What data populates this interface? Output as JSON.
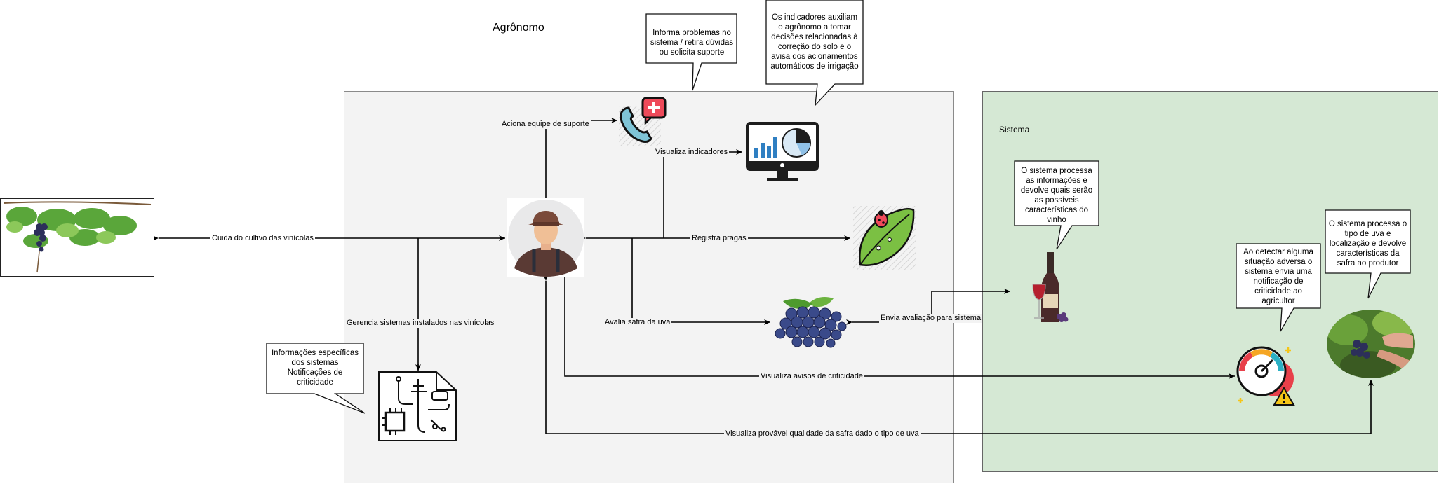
{
  "regions": {
    "agronomo": {
      "title": "Agrônomo"
    },
    "sistema": {
      "title": "Sistema"
    }
  },
  "edges": {
    "cuida_cultivo": "Cuida do cultivo das vinícolas",
    "aciona_suporte": "Aciona equipe de suporte",
    "visualiza_indicadores": "Visualiza indicadores",
    "registra_pragas": "Registra pragas",
    "gerencia_sistemas": "Gerencia sistemas instalados nas vinícolas",
    "avalia_safra": "Avalia safra da uva",
    "envia_avaliacao": "Envia avaliação para sistema",
    "visualiza_avisos": "Visualiza avisos de criticidade",
    "visualiza_qualidade": "Visualiza provável qualidade da safra dado o tipo de uva"
  },
  "callouts": {
    "suporte": [
      "Informa problemas no",
      "sistema / retira dúvidas",
      "ou solicita suporte"
    ],
    "indicadores": [
      "Os indicadores auxiliam",
      "o agrônomo  a tomar",
      "decisões relacionadas à",
      "correção do solo e o",
      "avisa dos acionamentos",
      "automáticos de irrigação"
    ],
    "sistemas_info": [
      "Informações específicas",
      "dos sistemas",
      "Notificações de",
      "criticidade"
    ],
    "vinho": [
      "O sistema processa",
      "as informações e",
      "devolve quais serão",
      "as possíveis",
      "características do",
      "vinho"
    ],
    "alerta": [
      "Ao detectar alguma",
      "situação adversa o",
      "sistema envia uma",
      "notificação de",
      "criticidade ao",
      "agricultor"
    ],
    "produtor": [
      "O sistema processa o",
      "tipo de uva e",
      "localização e devolve",
      "características da",
      "safra ao produtor"
    ]
  },
  "icons": {
    "vineyard": "vineyard-photo-icon",
    "agronomist": "agronomist-avatar-icon",
    "phone": "phone-support-icon",
    "monitor": "dashboard-monitor-icon",
    "pest": "pest-leaf-icon",
    "grapes": "grapes-icon",
    "circuit": "circuit-document-icon",
    "wine": "wine-bottle-icon",
    "gauge": "criticality-gauge-icon",
    "harvest": "harvest-photo-icon"
  },
  "colors": {
    "agronomo_fill": "#f3f3f3",
    "agronomo_stroke": "#777777",
    "sistema_fill": "#d5e8d4",
    "sistema_stroke": "#666666",
    "grape": "#3a4a8a",
    "leaf": "#6cb33f",
    "alert_red": "#e8404a",
    "alert_yellow": "#f5c518"
  }
}
